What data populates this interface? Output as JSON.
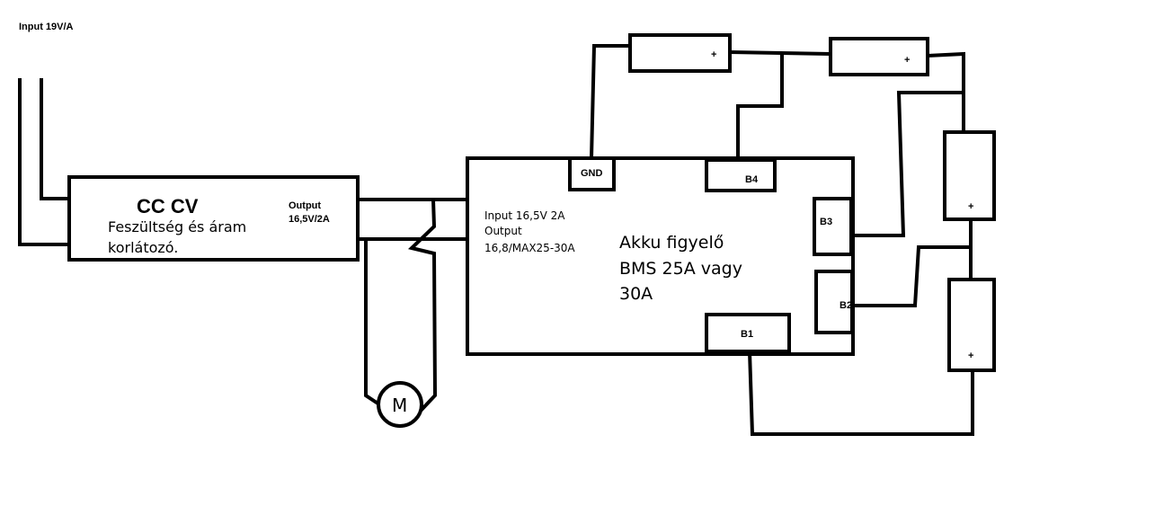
{
  "input_label": "Input 19V/A",
  "cccv": {
    "title": "CC CV",
    "desc_line1": "Feszültség és áram",
    "desc_line2": "korlátozó.",
    "output_line1": "Output",
    "output_line2": "16,5V/2A"
  },
  "bms": {
    "input_line1": "Input 16,5V 2A",
    "input_line2": "Output",
    "input_line3": "16,8/MAX25-30A",
    "desc_line1": "Akku figyelő",
    "desc_line2": "BMS 25A vagy",
    "desc_line3": "30A",
    "gnd": "GND",
    "b1": "B1",
    "b2": "B2",
    "b3": "B3",
    "b4": "B4"
  },
  "motor_label": "M",
  "cell_plus": "+"
}
